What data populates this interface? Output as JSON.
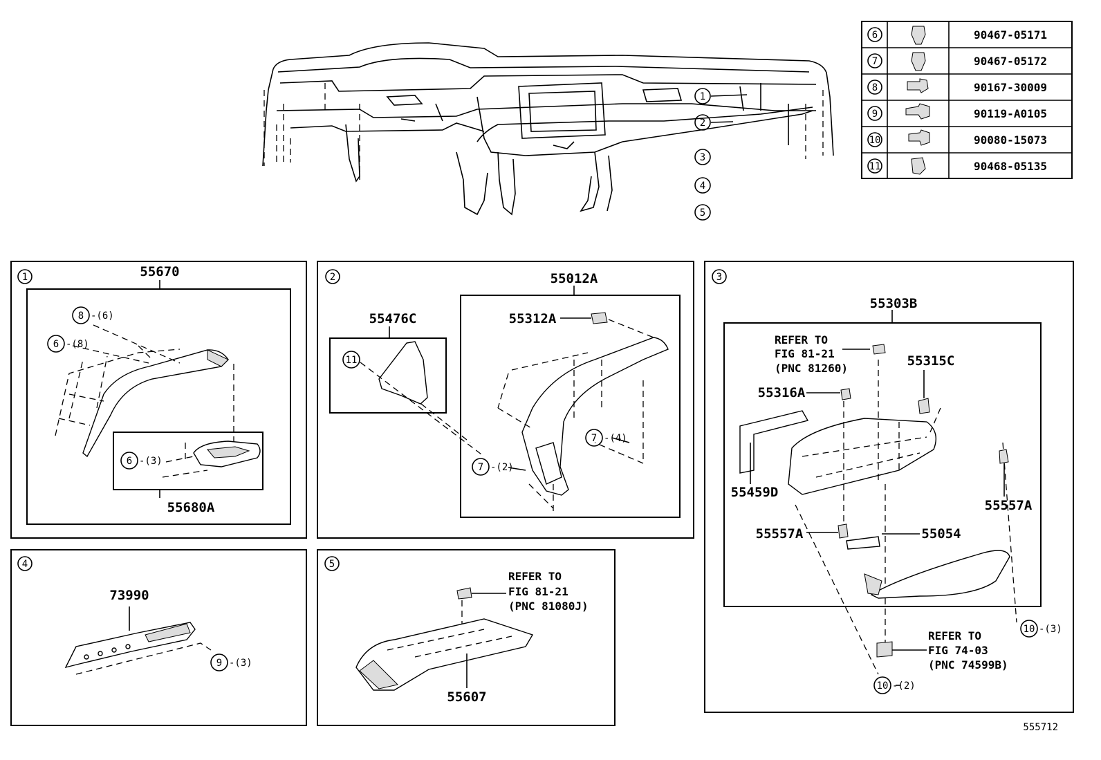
{
  "fastener_table": [
    {
      "ref": "6",
      "part_no": "90467-05171"
    },
    {
      "ref": "7",
      "part_no": "90467-05172"
    },
    {
      "ref": "8",
      "part_no": "90167-30009"
    },
    {
      "ref": "9",
      "part_no": "90119-A0105"
    },
    {
      "ref": "10",
      "part_no": "90080-15073"
    },
    {
      "ref": "11",
      "part_no": "90468-05135"
    }
  ],
  "overview": {
    "callouts": [
      "1",
      "2",
      "3",
      "4",
      "5"
    ]
  },
  "panel1": {
    "number": "1",
    "part_main": "55670",
    "part_vent": "55680A",
    "callout_a": "8",
    "qty_a": "-(6)",
    "callout_b": "6",
    "qty_b": "-(8)",
    "callout_c": "6",
    "qty_c": "-(3)"
  },
  "panel2": {
    "number": "2",
    "part_bracket": "55476C",
    "part_main": "55012A",
    "part_clip": "55312A",
    "callout_a": "11",
    "callout_b": "7",
    "qty_b": "-(4)",
    "callout_c": "7",
    "qty_c": "-(2)"
  },
  "panel3": {
    "number": "3",
    "part_main": "55303B",
    "part_a": "55315C",
    "part_b": "55316A",
    "part_c": "55459D",
    "part_d": "55557A",
    "part_e": "55557A",
    "part_f": "55054",
    "ref1": [
      "REFER TO",
      "FIG 81-21",
      "(PNC 81260)"
    ],
    "ref2": [
      "REFER TO",
      "FIG 74-03",
      "(PNC 74599B)"
    ],
    "callout_a": "10",
    "qty_a": "-(3)",
    "callout_b": "10",
    "qty_b": "-(2)"
  },
  "panel4": {
    "number": "4",
    "part_main": "73990",
    "callout_a": "9",
    "qty_a": "-(3)"
  },
  "panel5": {
    "number": "5",
    "part_main": "55607",
    "ref1": [
      "REFER TO",
      "FIG 81-21",
      "(PNC 81080J)"
    ]
  },
  "diagram_id": "555712"
}
